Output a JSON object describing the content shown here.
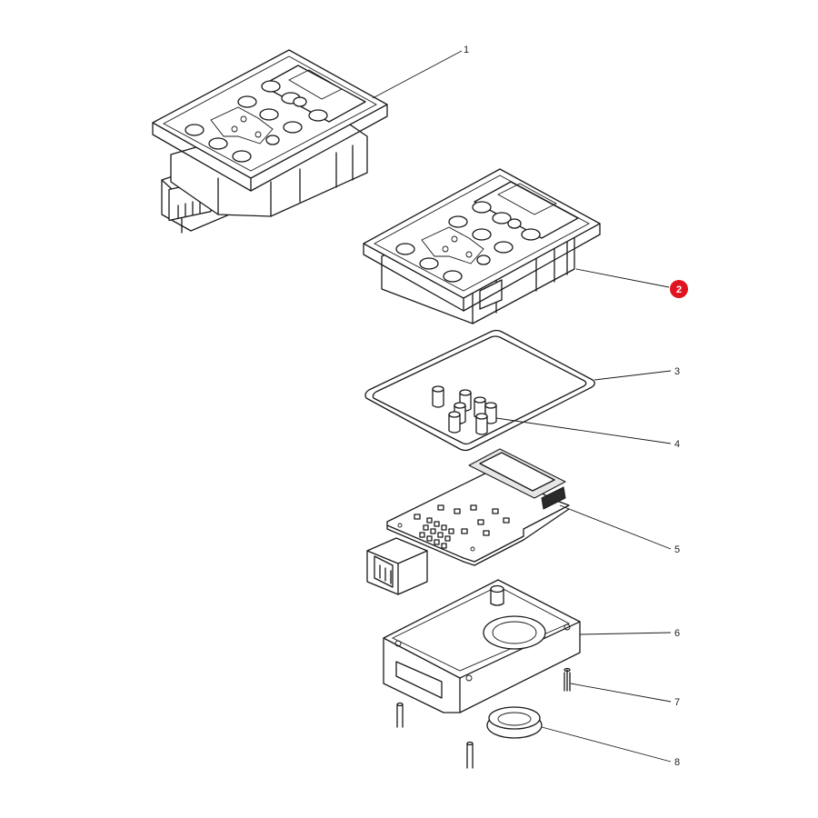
{
  "callouts": [
    {
      "number": "1",
      "highlighted": false
    },
    {
      "number": "2",
      "highlighted": true
    },
    {
      "number": "3",
      "highlighted": false
    },
    {
      "number": "4",
      "highlighted": false
    },
    {
      "number": "5",
      "highlighted": false
    },
    {
      "number": "6",
      "highlighted": false
    },
    {
      "number": "7",
      "highlighted": false
    },
    {
      "number": "8",
      "highlighted": false
    }
  ],
  "colors": {
    "highlight": "#e0141e",
    "line": "#1a1a1a",
    "background": "#ffffff"
  }
}
